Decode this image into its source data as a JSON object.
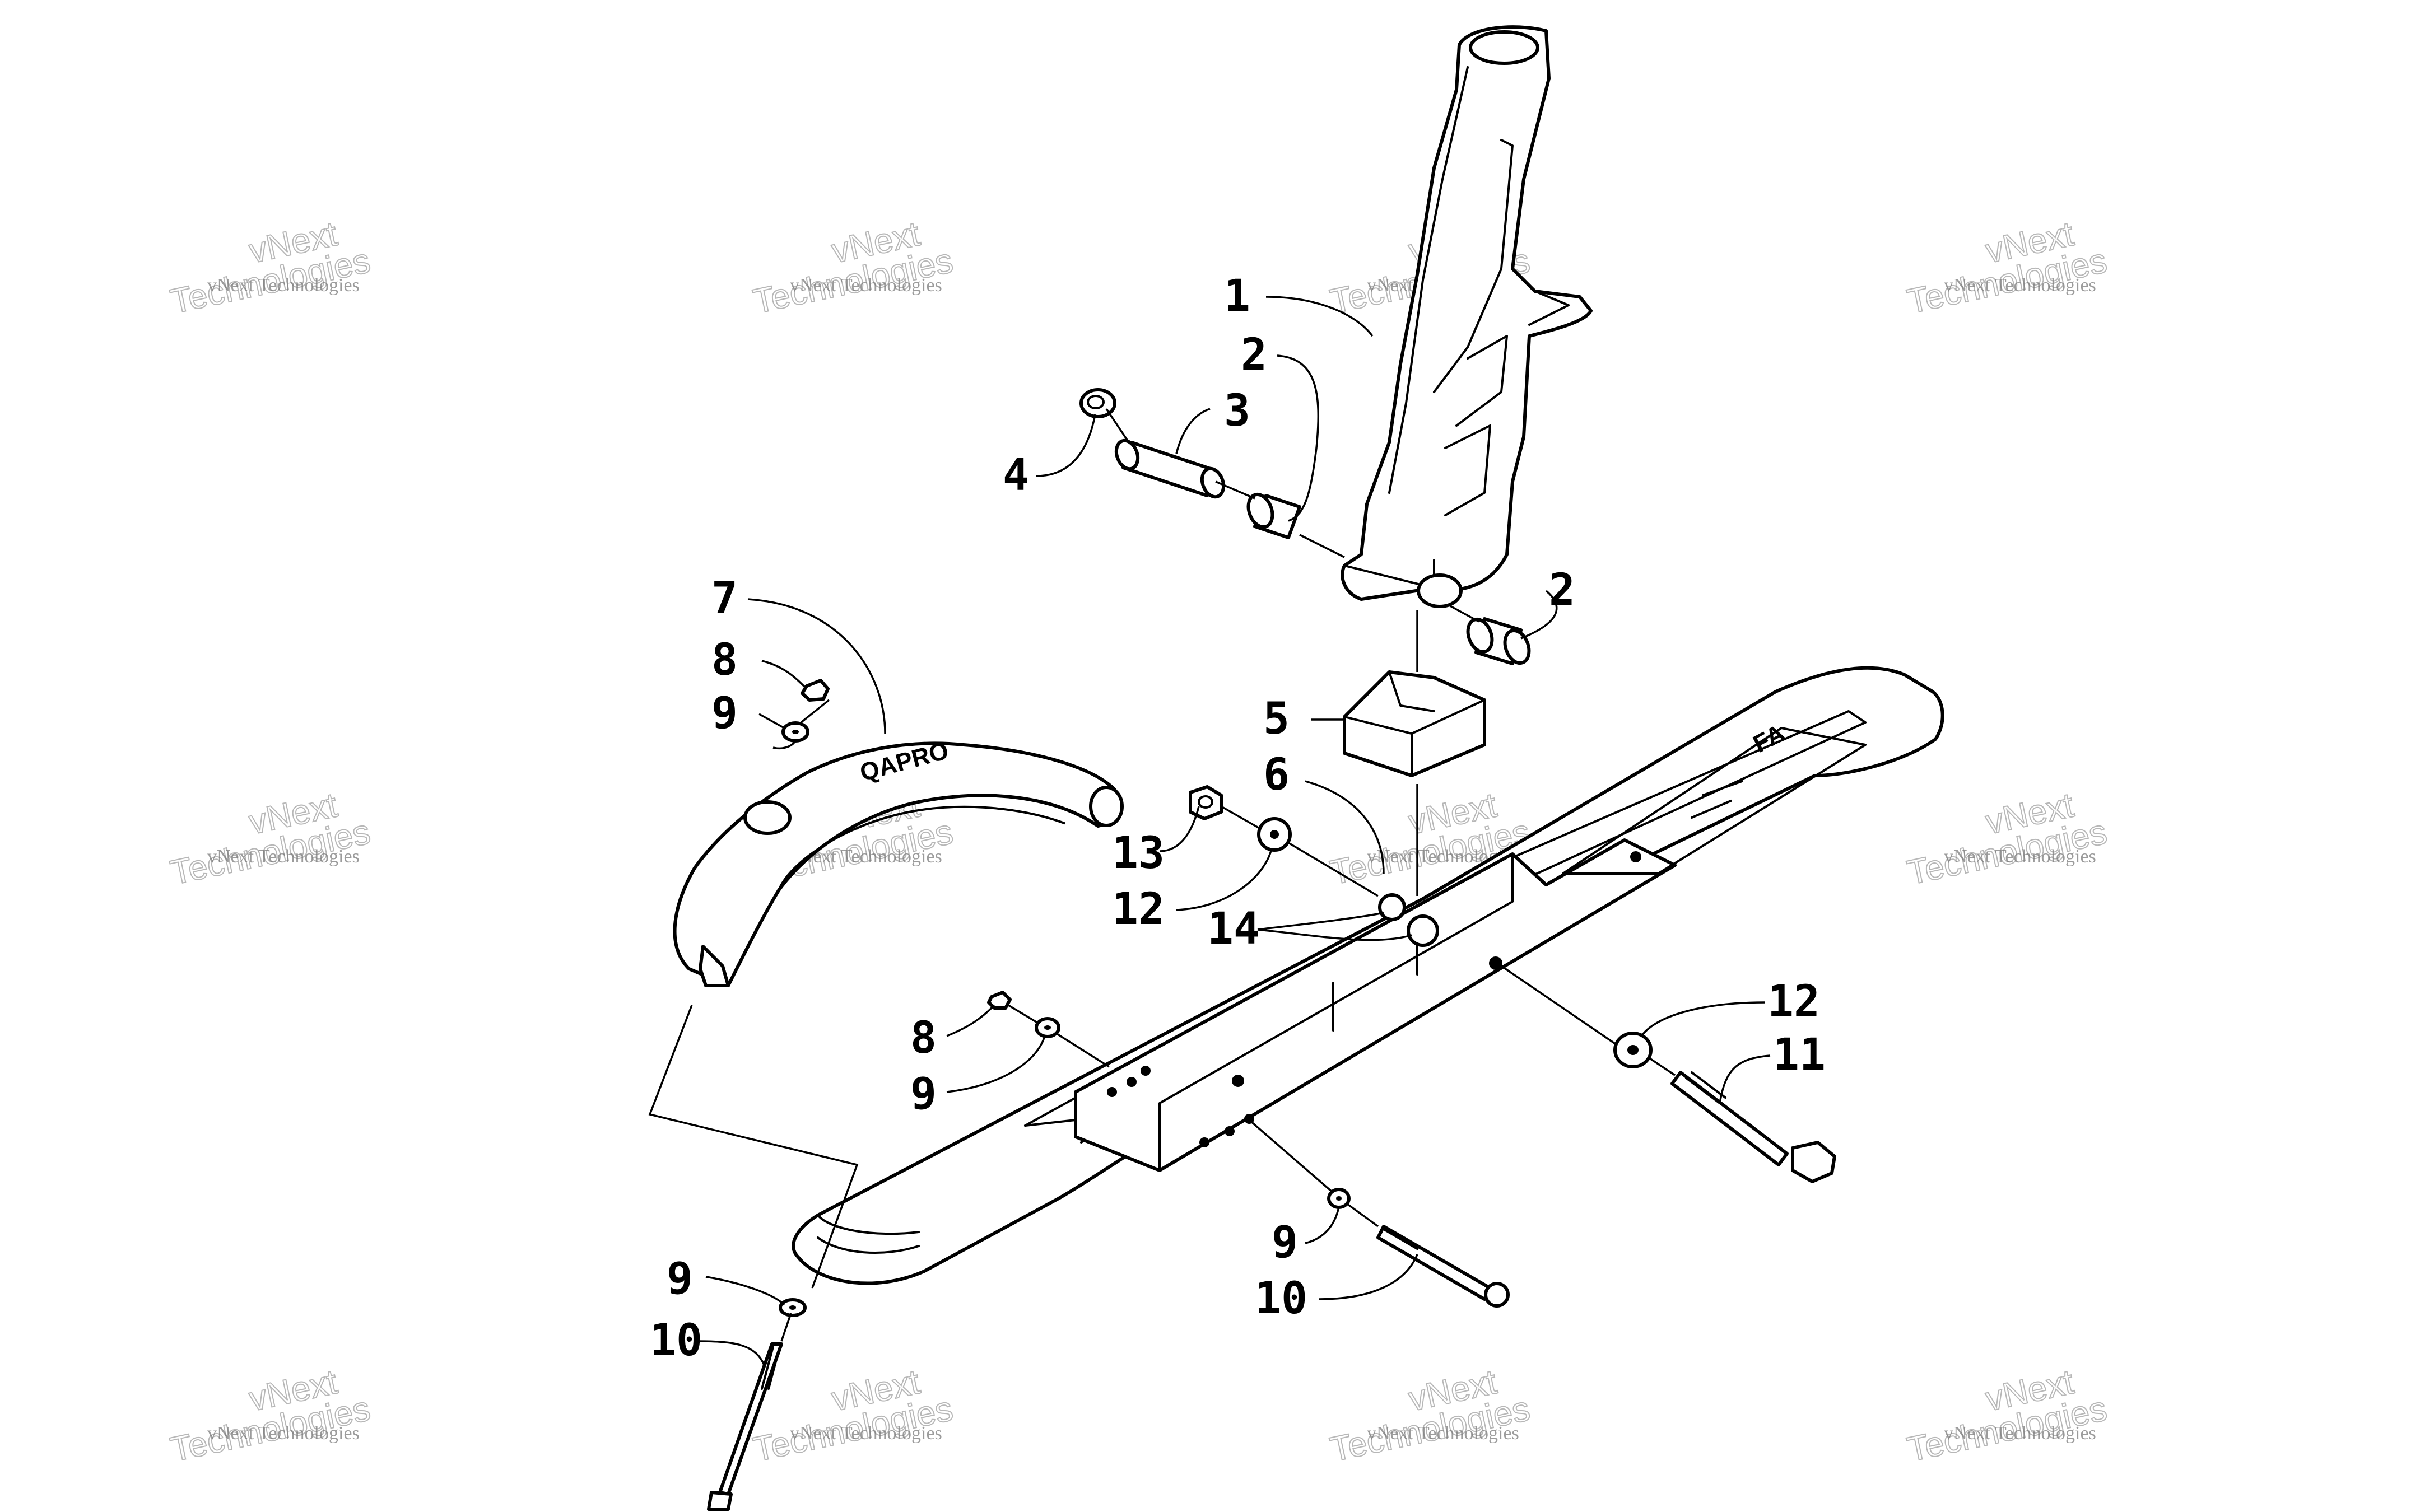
{
  "watermark": {
    "small": "vNext Technologies",
    "big_line1": "vNext",
    "big_line2": "Technologies"
  },
  "bumper_decal": "QAPRO",
  "callouts": [
    {
      "id": "c1",
      "label": "1"
    },
    {
      "id": "c2a",
      "label": "2"
    },
    {
      "id": "c2b",
      "label": "2"
    },
    {
      "id": "c3",
      "label": "3"
    },
    {
      "id": "c4",
      "label": "4"
    },
    {
      "id": "c5",
      "label": "5"
    },
    {
      "id": "c6",
      "label": "6"
    },
    {
      "id": "c7",
      "label": "7"
    },
    {
      "id": "c8a",
      "label": "8"
    },
    {
      "id": "c8b",
      "label": "8"
    },
    {
      "id": "c9a",
      "label": "9"
    },
    {
      "id": "c9b",
      "label": "9"
    },
    {
      "id": "c9c",
      "label": "9"
    },
    {
      "id": "c9d",
      "label": "9"
    },
    {
      "id": "c10a",
      "label": "10"
    },
    {
      "id": "c10b",
      "label": "10"
    },
    {
      "id": "c11",
      "label": "11"
    },
    {
      "id": "c12a",
      "label": "12"
    },
    {
      "id": "c12b",
      "label": "12"
    },
    {
      "id": "c13",
      "label": "13"
    },
    {
      "id": "c14",
      "label": "14"
    }
  ]
}
